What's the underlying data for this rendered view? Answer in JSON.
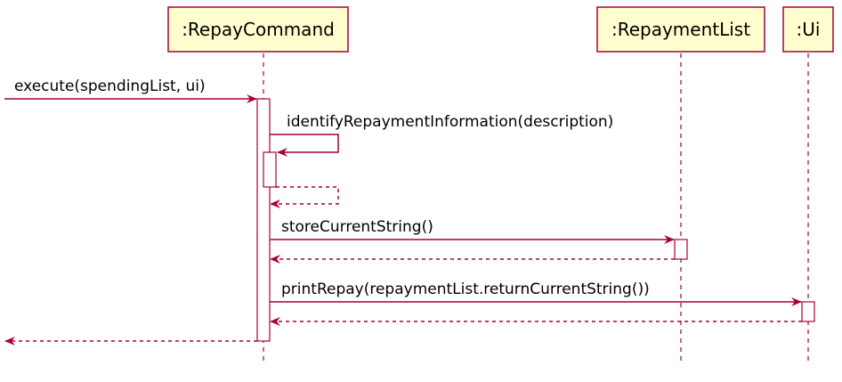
{
  "participants": [
    {
      "id": "repay_command",
      "label": ":RepayCommand"
    },
    {
      "id": "repayment_list",
      "label": ":RepaymentList"
    },
    {
      "id": "ui",
      "label": ":Ui"
    }
  ],
  "messages": [
    {
      "id": "execute",
      "label": "execute(spendingList, ui)",
      "from": "external",
      "to": "repay_command",
      "kind": "sync"
    },
    {
      "id": "identify",
      "label": "identifyRepaymentInformation(description)",
      "from": "repay_command",
      "to": "repay_command",
      "kind": "self"
    },
    {
      "id": "identify_return",
      "label": "",
      "from": "repay_command",
      "to": "repay_command",
      "kind": "self-return"
    },
    {
      "id": "store",
      "label": "storeCurrentString()",
      "from": "repay_command",
      "to": "repayment_list",
      "kind": "sync"
    },
    {
      "id": "store_return",
      "label": "",
      "from": "repayment_list",
      "to": "repay_command",
      "kind": "return"
    },
    {
      "id": "print",
      "label": "printRepay(repaymentList.returnCurrentString())",
      "from": "repay_command",
      "to": "ui",
      "kind": "sync"
    },
    {
      "id": "print_return",
      "label": "",
      "from": "ui",
      "to": "repay_command",
      "kind": "return"
    },
    {
      "id": "execute_return",
      "label": "",
      "from": "repay_command",
      "to": "external",
      "kind": "return"
    }
  ],
  "colors": {
    "participant_fill": "#fefece",
    "participant_border": "#a80036",
    "line": "#a80036",
    "activation_fill": "#ffffff"
  }
}
